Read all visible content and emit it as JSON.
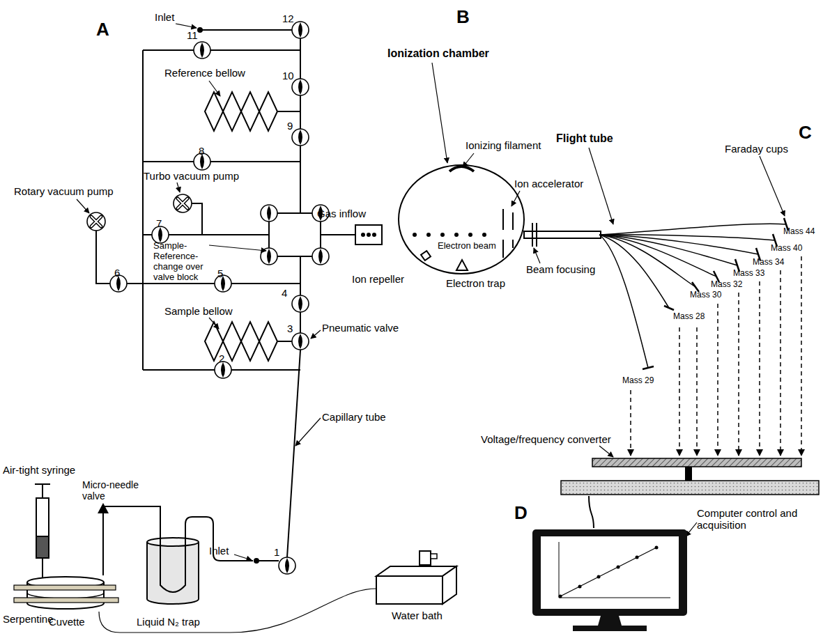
{
  "diagram": {
    "nodes": [
      {
        "text": [
          "Cuvette"
        ]
      },
      {
        "text": [
          "Liquid N₂ trap"
        ]
      },
      {
        "text": [
          "Water bath"
        ]
      },
      {
        "text": [
          "Voltage/frequency converter"
        ]
      },
      {
        "text": [
          "Computer control and acquisition"
        ]
      }
    ],
    "edges": [
      {
        "from": 0,
        "to": 1,
        "arrow": "none"
      },
      {
        "from": 0,
        "to": 2,
        "arrow": "none"
      },
      {
        "from": 3,
        "to": 4,
        "arrow": "none"
      }
    ],
    "labels": [
      "A",
      "Inlet",
      "12",
      "11",
      "10",
      "Reference bellow",
      "9",
      "8",
      "Turbo vacuum pump",
      "Rotary vacuum pump",
      "7",
      "Sample-Reference-change over valve block",
      "6",
      "5",
      "4",
      "Sample bellow",
      "3",
      "Pneumatic valve",
      "2",
      "Capillary tube",
      "Air-tight syringe",
      "Micro-needle valve",
      "Inlet",
      "1",
      "Serpentine",
      "B",
      "Ionization chamber",
      "Ionizing filament",
      "Ion accelerator",
      "Gas inflow",
      "Ion repeller",
      "Electron beam",
      "Electron trap",
      "Beam focusing",
      "C",
      "Flight tube",
      "Faraday cups",
      "Mass 44",
      "Mass 40",
      "Mass 34",
      "Mass 33",
      "Mass 32",
      "Mass 30",
      "Mass 28",
      "Mass 29",
      "D"
    ]
  }
}
